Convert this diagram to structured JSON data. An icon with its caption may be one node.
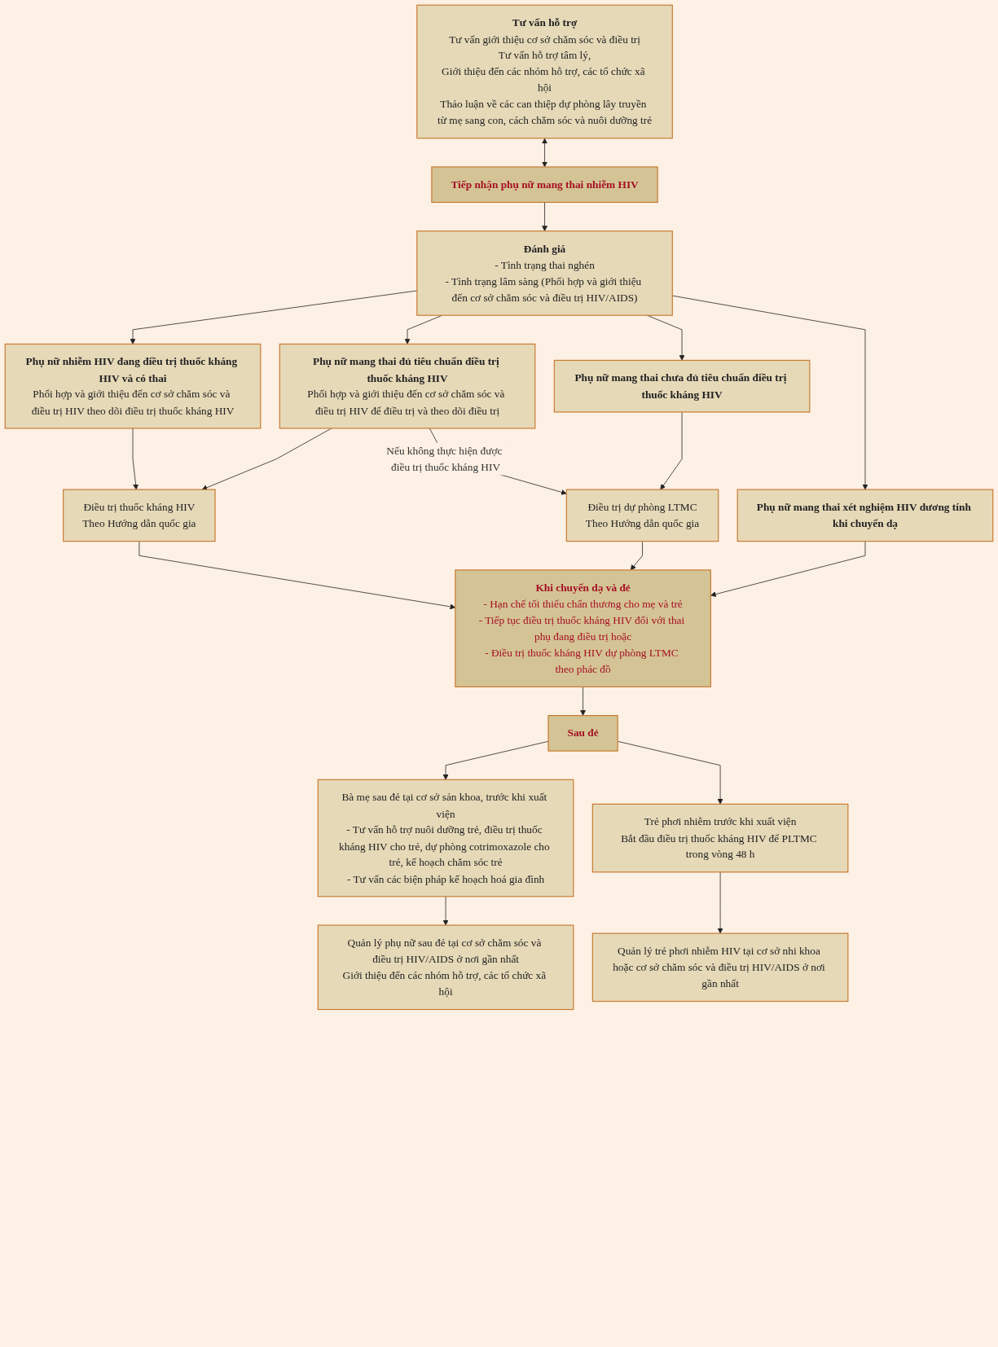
{
  "diagram": {
    "nodes": [
      {
        "text": [
          "Tiếp nhận phụ nữ mang thai nhiễm HIV"
        ]
      },
      {
        "text": [
          "Tư vấn hỗ trợ",
          "Tư vấn giới thiệu cơ sở chăm sóc và điều trị",
          "Tư vấn hỗ trợ tâm lý,",
          "Giới thiệu đến các nhóm hỗ trợ, các tổ chức xã hội",
          "Thảo luận về các can thiệp dự phòng lây truyền từ mẹ sang con, cách chăm sóc và nuôi dưỡng trẻ"
        ]
      },
      {
        "text": [
          "Đánh giá",
          "- Tình trạng thai nghén",
          "- Tình trạng lâm sàng (Phối hợp và giới thiệu đến cơ sở chăm sóc và điều trị HIV/AIDS)"
        ]
      },
      {
        "text": [
          "Phụ nữ nhiễm HIV đang điều trị thuốc kháng HIV và có thai",
          "Phối hợp và giới thiệu đến cơ sở chăm sóc và điều trị HIV theo dõi điều trị thuốc kháng HIV"
        ]
      },
      {
        "text": [
          "Phụ nữ mang thai đủ tiêu chuẩn điều trị thuốc kháng HIV",
          "Phối hợp và giới thiệu đến cơ sở chăm sóc và điều trị HIV để điều trị và theo dõi điều trị"
        ]
      },
      {
        "text": [
          "Phụ nữ mang thai chưa đủ tiêu chuẩn điều trị thuốc kháng HIV"
        ]
      },
      {
        "text": [
          "Phụ nữ mang thai xét nghiệm HIV dương tính khi chuyển dạ"
        ]
      },
      {
        "text": [
          "Điều trị thuốc kháng HIV",
          "Theo Hướng dẫn quốc gia"
        ]
      },
      {
        "text": [
          "Điều trị dự phòng LTMC",
          "Theo Hướng dẫn quốc gia"
        ]
      },
      {
        "text": [
          "Khi chuyển dạ và đẻ",
          "- Hạn chế tối thiểu chấn thương cho mẹ và trẻ",
          "- Tiếp tục điều trị thuốc kháng HIV đối với thai phụ đang điều trị hoặc",
          "- Điều trị thuốc kháng HIV dự phòng LTMC theo phác đồ"
        ]
      },
      {
        "text": [
          "Sau đẻ"
        ]
      },
      {
        "text": [
          "Bà mẹ sau đẻ tại cơ sở sản khoa, trước khi xuất viện",
          "- Tư vấn hỗ trợ nuôi dưỡng trẻ, điều trị thuốc kháng HIV cho trẻ, dự phòng cotrimoxazole cho trẻ, kế hoạch chăm sóc trẻ",
          "- Tư vấn các biện pháp kế hoạch hoá gia đình"
        ]
      },
      {
        "text": [
          "Trẻ phơi nhiễm trước khi xuất viện",
          "Bắt đầu điều trị thuốc kháng HIV để PLTMC trong vòng 48 h"
        ]
      },
      {
        "text": [
          "Quản lý phụ nữ sau đẻ tại cơ sở chăm sóc và điều trị HIV/AIDS ở nơi gần nhất",
          "Giới thiệu đến các nhóm hỗ trợ, các tổ chức xã hội"
        ]
      },
      {
        "text": [
          "Quản lý trẻ phơi nhiễm HIV tại cơ sở nhi khoa hoặc cơ sở chăm sóc và điều trị HIV/AIDS ở nơi gần nhất"
        ]
      }
    ],
    "edges": [
      {
        "from": 1,
        "to": 0,
        "arrow": "both"
      },
      {
        "from": 0,
        "to": 2,
        "arrow": "to"
      },
      {
        "from": 2,
        "to": 3,
        "arrow": "to"
      },
      {
        "from": 2,
        "to": 4,
        "arrow": "to"
      },
      {
        "from": 2,
        "to": 5,
        "arrow": "to"
      },
      {
        "from": 2,
        "to": 6,
        "arrow": "to"
      },
      {
        "from": 3,
        "to": 7,
        "arrow": "to"
      },
      {
        "from": 4,
        "to": 7,
        "arrow": "to"
      },
      {
        "from": 4,
        "to": 8,
        "arrow": "to",
        "label": "Nếu không thực hiện được điều trị thuốc kháng HIV"
      },
      {
        "from": 5,
        "to": 8,
        "arrow": "to"
      },
      {
        "from": 7,
        "to": 9,
        "arrow": "to"
      },
      {
        "from": 8,
        "to": 9,
        "arrow": "to"
      },
      {
        "from": 6,
        "to": 9,
        "arrow": "to"
      },
      {
        "from": 9,
        "to": 10,
        "arrow": "to"
      },
      {
        "from": 10,
        "to": 11,
        "arrow": "to"
      },
      {
        "from": 10,
        "to": 12,
        "arrow": "to"
      },
      {
        "from": 11,
        "to": 13,
        "arrow": "to"
      },
      {
        "from": 12,
        "to": 14,
        "arrow": "to"
      }
    ]
  }
}
